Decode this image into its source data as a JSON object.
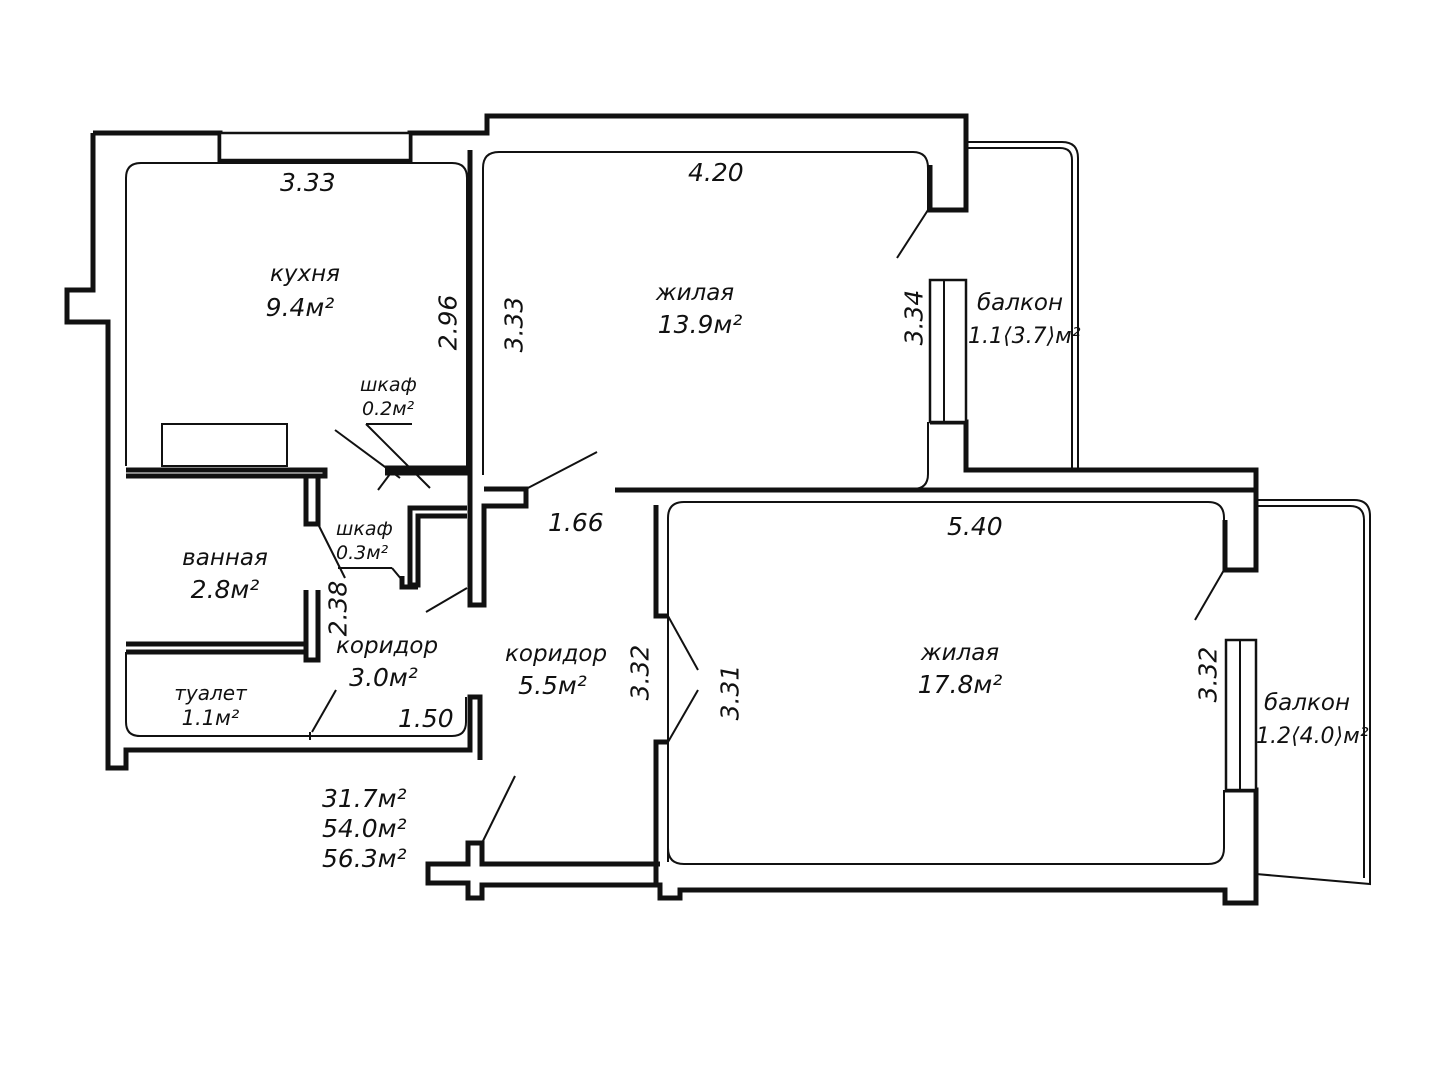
{
  "rooms": {
    "kitchen": {
      "name": "кухня",
      "area": "9.4м²"
    },
    "living1": {
      "name": "жилая",
      "area": "13.9м²"
    },
    "living2": {
      "name": "жилая",
      "area": "17.8м²"
    },
    "balcony1": {
      "name": "балкон",
      "area": "1.1⟨3.7⟩м²"
    },
    "balcony2": {
      "name": "балкон",
      "area": "1.2⟨4.0⟩м²"
    },
    "bathroom": {
      "name": "ванная",
      "area": "2.8м²"
    },
    "toilet": {
      "name": "туалет",
      "area": "1.1м²"
    },
    "corridor1": {
      "name": "коридор",
      "area": "3.0м²"
    },
    "corridor2": {
      "name": "коридор",
      "area": "5.5м²"
    },
    "closet1": {
      "name": "шкаф",
      "area": "0.2м²"
    },
    "closet2": {
      "name": "шкаф",
      "area": "0.3м²"
    }
  },
  "dimensions": {
    "kitchen_width": "3.33",
    "kitchen_depth": "2.96",
    "living1_width": "4.20",
    "living1_depth_left": "3.33",
    "living1_depth_right": "3.34",
    "living2_width": "5.40",
    "living2_depth_right": "3.32",
    "corridor_width": "1.66",
    "corridor_depth_left": "3.32",
    "corridor_depth_right": "3.31",
    "bath_depth": "2.38",
    "toilet_width": "1.50"
  },
  "totals": {
    "living": "31.7м²",
    "total": "54.0м²",
    "total_with_balconies": "56.3м²"
  }
}
